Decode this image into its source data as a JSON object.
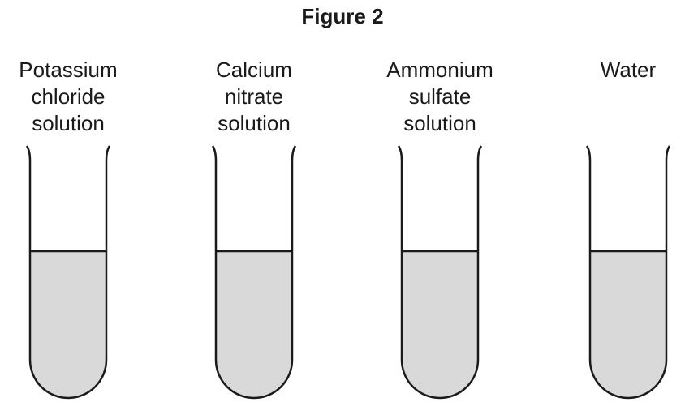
{
  "figure": {
    "title": "Figure 2"
  },
  "tubes": [
    {
      "label_lines": [
        "Potassium",
        "chloride",
        "solution"
      ]
    },
    {
      "label_lines": [
        "Calcium",
        "nitrate",
        "solution"
      ]
    },
    {
      "label_lines": [
        "Ammonium",
        "sulfate",
        "solution"
      ]
    },
    {
      "label_lines": [
        "Water"
      ]
    }
  ],
  "colors": {
    "liquid": "#d9d9d9",
    "outline": "#1a1a1a"
  }
}
